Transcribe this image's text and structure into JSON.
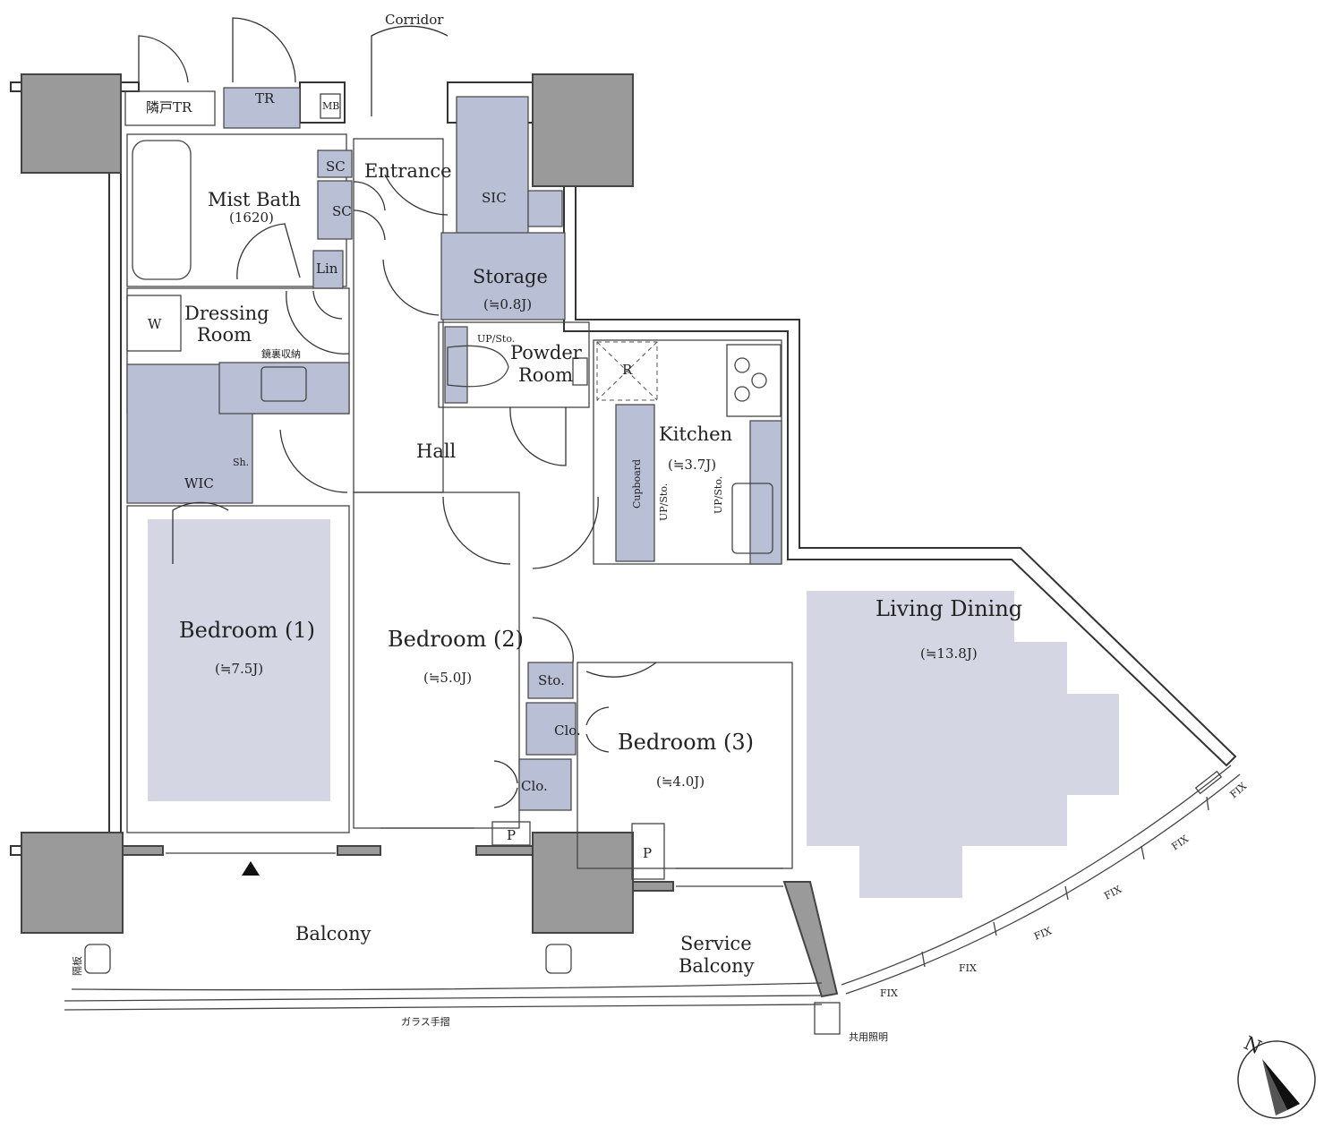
{
  "rooms": {
    "corridor": "Corridor",
    "neighbor_tr": "隣戸TR",
    "tr": "TR",
    "mb": "MB",
    "mist_bath": "Mist Bath",
    "mist_bath_size": "(1620)",
    "sc1": "SC",
    "sc2": "SC",
    "entrance": "Entrance",
    "sic": "SIC",
    "lin": "Lin",
    "storage": "Storage",
    "storage_size": "(≒0.8J)",
    "dressing_1": "Dressing",
    "dressing_2": "Room",
    "washer": "W",
    "mirror_storage": "鏡裏収納",
    "powder_1": "Powder",
    "powder_2": "Room",
    "up_sto_powder": "UP/Sto.",
    "fridge": "R",
    "kitchen": "Kitchen",
    "kitchen_size": "(≒3.7J)",
    "cupboard": "Cupboard",
    "up_sto_kitchen_1": "UP/Sto.",
    "up_sto_kitchen_2": "UP/Sto.",
    "hall": "Hall",
    "wic": "WIC",
    "shoe": "Sh.",
    "bedroom1": "Bedroom (1)",
    "bedroom1_size": "(≒7.5J)",
    "bedroom2": "Bedroom (2)",
    "bedroom2_size": "(≒5.0J)",
    "sto": "Sto.",
    "clo1": "Clo.",
    "clo2": "Clo.",
    "bedroom3": "Bedroom (3)",
    "bedroom3_size": "(≒4.0J)",
    "living": "Living Dining",
    "living_size": "(≒13.8J)",
    "p1": "P",
    "p2": "P",
    "balcony": "Balcony",
    "service_1": "Service",
    "service_2": "Balcony",
    "partition": "隔板",
    "glass_rail": "ガラス手摺",
    "common_light": "共用照明",
    "fix": "FIX",
    "north": "N"
  },
  "colors": {
    "fixture": "#b9bfd4",
    "room_area": "#d4d6e3",
    "column": "#9a9a9a"
  }
}
